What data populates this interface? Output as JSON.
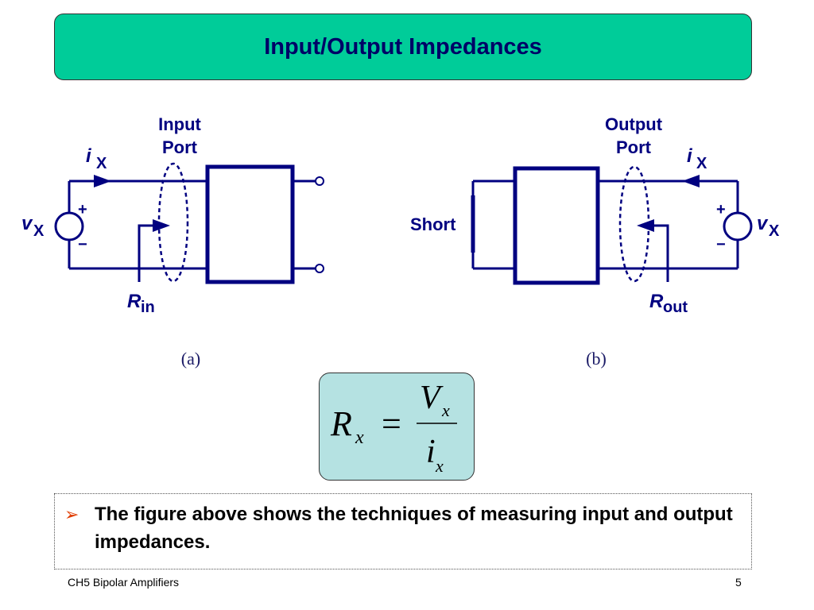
{
  "slide": {
    "title": "Input/Output Impedances",
    "bullet": "The figure above shows the techniques of measuring input and output impedances.",
    "footer_left": "CH5 Bipolar Amplifiers",
    "page_number": "5"
  },
  "circuit_a": {
    "port_label_line1": "Input",
    "port_label_line2": "Port",
    "current_var": "i",
    "current_sub": "X",
    "voltage_var": "v",
    "voltage_sub": "X",
    "plus": "+",
    "minus": "−",
    "resistance_var": "R",
    "resistance_sub": "in",
    "caption": "(a)"
  },
  "circuit_b": {
    "port_label_line1": "Output",
    "port_label_line2": "Port",
    "short_label": "Short",
    "current_var": "i",
    "current_sub": "X",
    "voltage_var": "v",
    "voltage_sub": "X",
    "plus": "+",
    "minus": "−",
    "resistance_var": "R",
    "resistance_sub": "out",
    "caption": "(b)"
  },
  "equation": {
    "lhs_var": "R",
    "lhs_sub": "x",
    "equals": "=",
    "num_var": "V",
    "num_sub": "x",
    "den_var": "i",
    "den_sub": "x"
  },
  "colors": {
    "title_bg": "#00cc99",
    "title_text": "#000066",
    "wire": "#000080",
    "equation_bg": "#b5e2e2",
    "bullet_arrow": "#e03c00"
  }
}
